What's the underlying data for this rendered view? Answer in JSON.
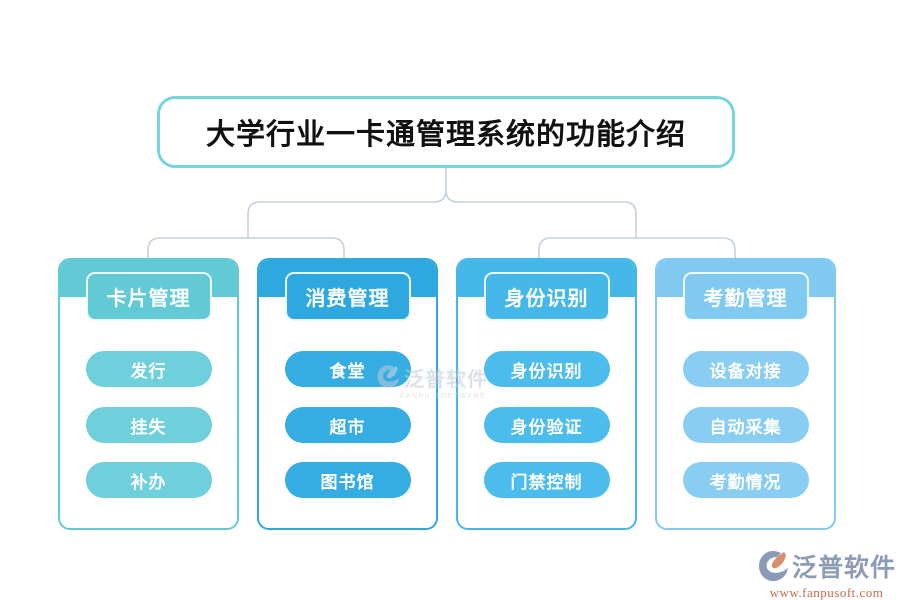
{
  "title": {
    "text": "大学行业一卡通管理系统的功能介绍",
    "border_color": "#74d5dc"
  },
  "colors": {
    "connector": "#c5d1de"
  },
  "columns": [
    {
      "title": "卡片管理",
      "color": "#62cad4",
      "pill_color": "#6fcfda",
      "items": [
        "发行",
        "挂失",
        "补办"
      ]
    },
    {
      "title": "消费管理",
      "color": "#2fa8df",
      "pill_color": "#35ace2",
      "items": [
        "食堂",
        "超市",
        "图书馆"
      ]
    },
    {
      "title": "身份识别",
      "color": "#45b8e9",
      "pill_color": "#4bbceb",
      "items": [
        "身份识别",
        "身份验证",
        "门禁控制"
      ]
    },
    {
      "title": "考勤管理",
      "color": "#80c9f0",
      "pill_color": "#89cef2",
      "items": [
        "设备对接",
        "自动采集",
        "考勤情况"
      ]
    }
  ],
  "watermark": {
    "text": "泛普软件",
    "subtext": "FANPU SOFTWARE"
  },
  "footer_logo": {
    "name": "泛普软件",
    "url": "www.fanpusoft.com"
  }
}
